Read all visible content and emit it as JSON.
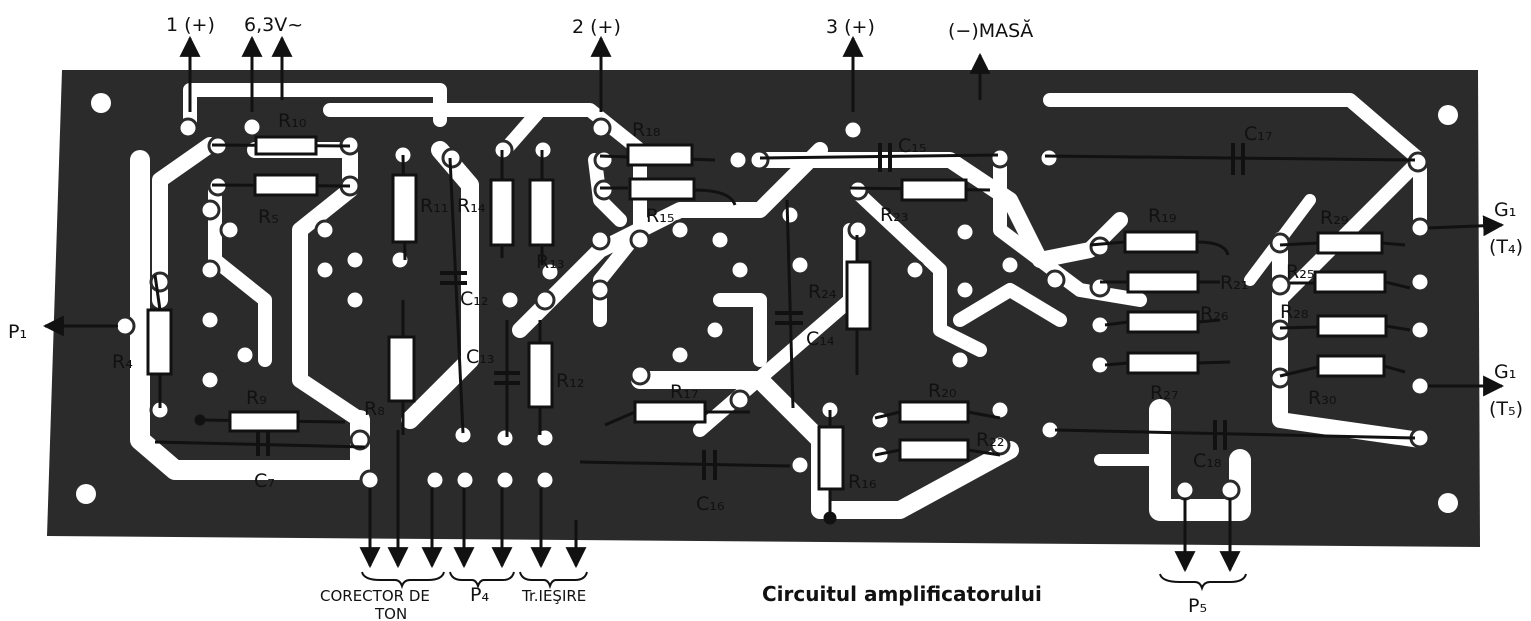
{
  "top_connections": [
    {
      "id": "t1",
      "label": "1 (+)"
    },
    {
      "id": "t2",
      "label": "6,3V~"
    },
    {
      "id": "t3",
      "label": "2 (+)"
    },
    {
      "id": "t4",
      "label": "3 (+)"
    },
    {
      "id": "t5",
      "label": "(−)MASĂ"
    }
  ],
  "side_connections": [
    {
      "id": "p1",
      "label": "P₁"
    },
    {
      "id": "g1a",
      "label": "G₁",
      "sub": "(T₄)"
    },
    {
      "id": "g1b",
      "label": "G₁",
      "sub": "(T₅)"
    }
  ],
  "bottom_groups": [
    {
      "id": "b1",
      "label": "CORECTOR DE",
      "label2": "TON"
    },
    {
      "id": "b2",
      "label": "P₄"
    },
    {
      "id": "b3",
      "label": "Tr.IEŞIRE"
    },
    {
      "id": "b4",
      "label": "P₅"
    }
  ],
  "caption": "Circuitul  amplificatorului",
  "resistors": [
    {
      "id": "r10",
      "label": "R₁₀"
    },
    {
      "id": "r5",
      "label": "R₅"
    },
    {
      "id": "r11",
      "label": "R₁₁"
    },
    {
      "id": "r14",
      "label": "R₁₄"
    },
    {
      "id": "r13",
      "label": "R₁₃"
    },
    {
      "id": "r4",
      "label": "R₄"
    },
    {
      "id": "r8",
      "label": "R₈"
    },
    {
      "id": "r9",
      "label": "R₉"
    },
    {
      "id": "r12",
      "label": "R₁₂"
    },
    {
      "id": "r18",
      "label": "R₁₈"
    },
    {
      "id": "r15",
      "label": "R₁₅"
    },
    {
      "id": "r17",
      "label": "R₁₇"
    },
    {
      "id": "r23",
      "label": "R₂₃"
    },
    {
      "id": "r24",
      "label": "R₂₄"
    },
    {
      "id": "r16",
      "label": "R₁₆"
    },
    {
      "id": "r20",
      "label": "R₂₀"
    },
    {
      "id": "r22",
      "label": "R₂₂"
    },
    {
      "id": "r19",
      "label": "R₁₉"
    },
    {
      "id": "r21",
      "label": "R₂₁"
    },
    {
      "id": "r26",
      "label": "R₂₆"
    },
    {
      "id": "r27",
      "label": "R₂₇"
    },
    {
      "id": "r29",
      "label": "R₂₉"
    },
    {
      "id": "r25",
      "label": "R₂₅"
    },
    {
      "id": "r28",
      "label": "R₂₈"
    },
    {
      "id": "r30",
      "label": "R₃₀"
    }
  ],
  "capacitors": [
    {
      "id": "c7",
      "label": "C₇"
    },
    {
      "id": "c12",
      "label": "C₁₂"
    },
    {
      "id": "c13",
      "label": "C₁₃"
    },
    {
      "id": "c14",
      "label": "C₁₄"
    },
    {
      "id": "c15",
      "label": "C₁₅"
    },
    {
      "id": "c16",
      "label": "C₁₆"
    },
    {
      "id": "c17",
      "label": "C₁₇"
    },
    {
      "id": "c18",
      "label": "C₁₈"
    }
  ],
  "colors": {
    "board": "#2b2b2b",
    "trace": "#ffffff",
    "ink": "#111111"
  }
}
